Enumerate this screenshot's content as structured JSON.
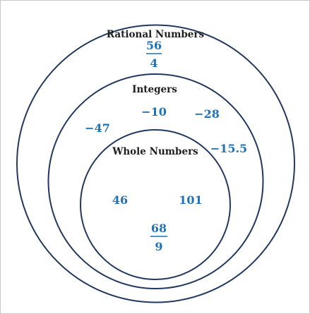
{
  "colors": {
    "circle_stroke": "#22395f",
    "number_text": "#1f72b8",
    "label_text": "#1f1f1f",
    "frame": "#c8c8c8"
  },
  "sets": {
    "rational": {
      "label": "Rational Numbers",
      "fraction": {
        "numerator": "56",
        "denominator": "4"
      }
    },
    "integers": {
      "label": "Integers",
      "n1": "−10",
      "n2": "−28",
      "n3": "−47",
      "n4": "−15.5"
    },
    "whole": {
      "label": "Whole Numbers",
      "n1": "46",
      "n2": "101",
      "fraction": {
        "numerator": "68",
        "denominator": "9"
      }
    }
  }
}
